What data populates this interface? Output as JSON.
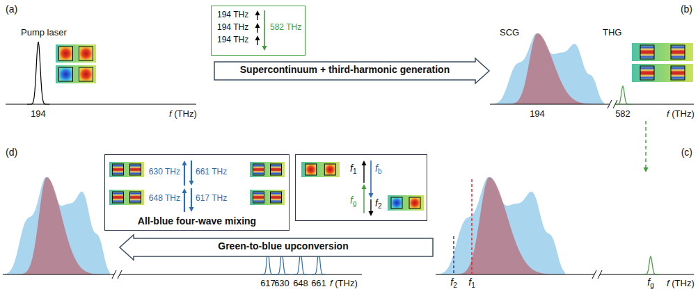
{
  "diagram": {
    "nodes": [
      {
        "text": [
          "194 THz",
          "194 THz",
          "194 THz",
          "582 THz"
        ]
      },
      {
        "text": [
          "Supercontinuum + third-harmonic generation"
        ]
      },
      {
        "text": [
          "630 THz",
          "661 THz",
          "648 THz",
          "617 THz",
          "All-blue four-wave mixing"
        ]
      },
      {
        "text": [
          "f1",
          "fb",
          "fg",
          "f2"
        ]
      },
      {
        "text": [
          "Green-to-blue upconversion"
        ]
      }
    ],
    "labels": [
      "(a)",
      "Pump laser",
      "194",
      "f (THz)",
      "SCG",
      "THG",
      "194",
      "582",
      "f (THz)",
      "(b)",
      "(d)",
      "(c)",
      "617",
      "630",
      "648",
      "661",
      "f (THz)",
      "f2",
      "f1",
      "fg",
      "f (THz)"
    ]
  }
}
